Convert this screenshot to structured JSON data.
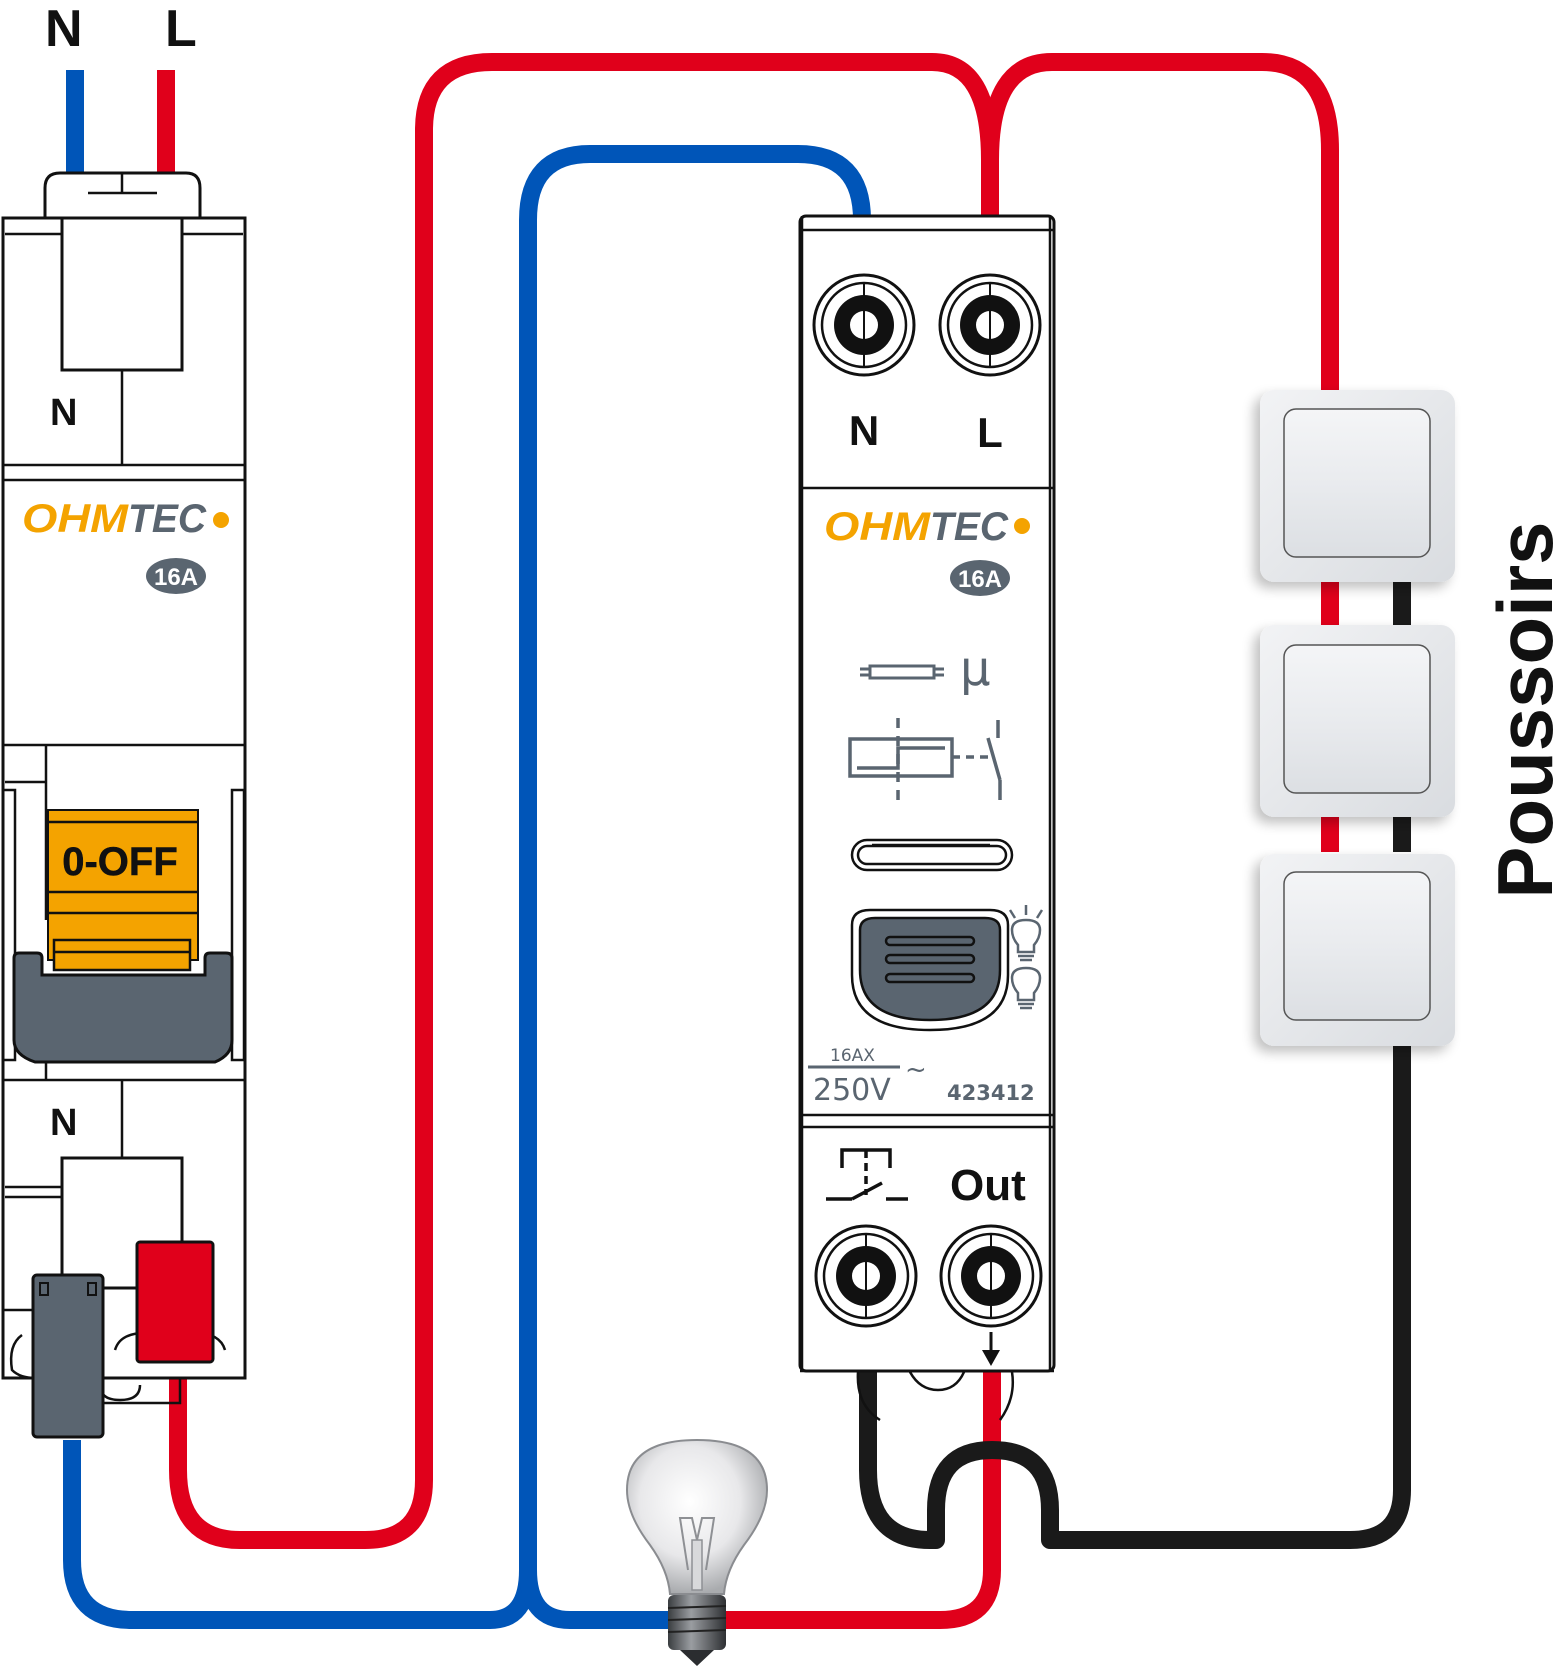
{
  "supply": {
    "neutral_label": "N",
    "live_label": "L"
  },
  "breaker": {
    "brand_orange": "OHM",
    "brand_grey": "TEC",
    "rating": "16A",
    "top_terminal_label": "N",
    "bottom_terminal_label": "N",
    "lever_label": "0-OFF",
    "lever_state": "off"
  },
  "relay": {
    "brand_orange": "OHM",
    "brand_grey": "TEC",
    "rating": "16A",
    "input_labels": [
      "N",
      "L"
    ],
    "micro_symbol": "µ",
    "spec_current": "16AX",
    "spec_voltage": "250V",
    "spec_ac": "~",
    "reference": "423412",
    "output_label": "Out",
    "pushbutton_icon": "pushbutton-contact-icon"
  },
  "pushbuttons": {
    "title": "Poussoirs",
    "count": 3
  },
  "colors": {
    "neutral": "#0055b8",
    "live": "#e0001b",
    "return": "#1a1a1a",
    "brand_orange": "#f4a300",
    "brand_grey": "#5a6570",
    "lever": "#f4a300",
    "handle": "#5a6570"
  }
}
